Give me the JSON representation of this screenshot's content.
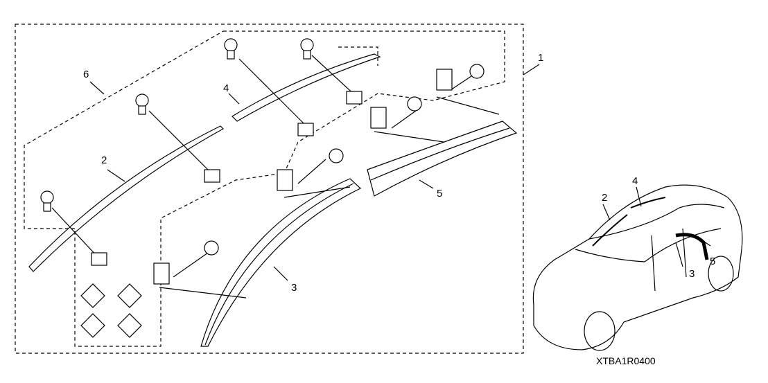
{
  "callouts": {
    "p1": "1",
    "p2": "2",
    "p3": "3",
    "p4": "4",
    "p5": "5",
    "p6": "6"
  },
  "car_callouts": {
    "c2": "2",
    "c4": "4",
    "c3": "3",
    "c5": "5"
  },
  "diagram_code": "XTBA1R0400"
}
